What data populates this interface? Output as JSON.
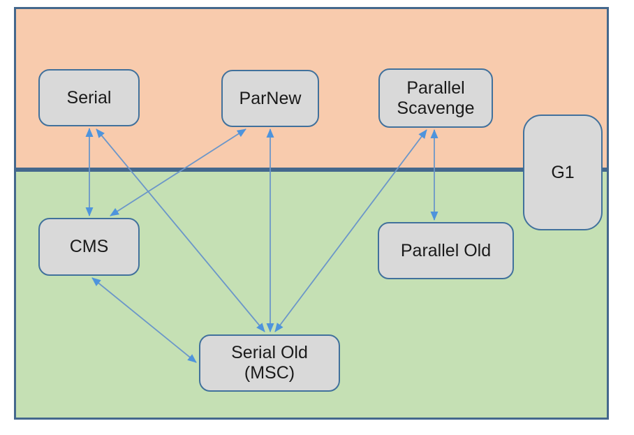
{
  "diagram": {
    "colors": {
      "young_generation_fill": "#F8CBAD",
      "old_generation_fill": "#C5E0B4",
      "region_border": "#44688D",
      "node_fill": "#D9D9D9",
      "node_border": "#41719C",
      "arrow": "#5B9BD5"
    },
    "nodes": {
      "serial": {
        "label": "Serial"
      },
      "parnew": {
        "label": "ParNew"
      },
      "parallel_scavenge": {
        "lines": [
          "Parallel",
          "Scavenge"
        ]
      },
      "g1": {
        "label": "G1"
      },
      "cms": {
        "label": "CMS"
      },
      "parallel_old": {
        "label": "Parallel Old"
      },
      "serial_old": {
        "lines": [
          "Serial Old",
          "(MSC)"
        ]
      }
    },
    "edges": [
      {
        "from": "serial",
        "to": "cms",
        "bidirectional": true
      },
      {
        "from": "serial",
        "to": "serial_old",
        "bidirectional": true
      },
      {
        "from": "parnew",
        "to": "cms",
        "bidirectional": true
      },
      {
        "from": "parnew",
        "to": "serial_old",
        "bidirectional": true
      },
      {
        "from": "parallel_scavenge",
        "to": "serial_old",
        "bidirectional": true
      },
      {
        "from": "parallel_scavenge",
        "to": "parallel_old",
        "bidirectional": true
      },
      {
        "from": "cms",
        "to": "serial_old",
        "bidirectional": true
      }
    ]
  }
}
